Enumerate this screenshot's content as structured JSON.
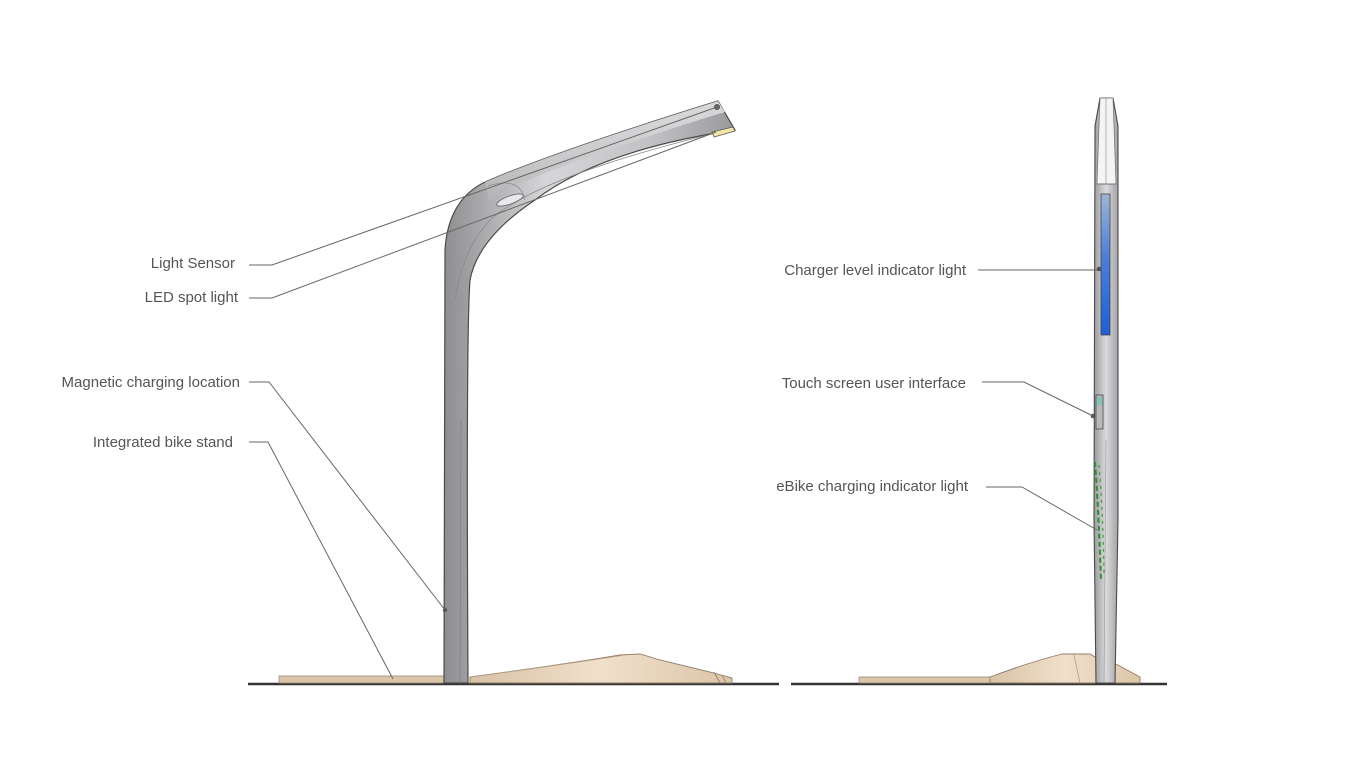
{
  "side_view": {
    "labels": {
      "light_sensor": "Light Sensor",
      "led_spot_light": "LED spot light",
      "magnetic_charging_location": "Magnetic charging location",
      "integrated_bike_stand": "Integrated bike stand"
    }
  },
  "front_view": {
    "labels": {
      "charger_level_indicator": "Charger level indicator light",
      "touch_screen": "Touch screen user interface",
      "ebike_charging_indicator": "eBike charging indicator light"
    }
  },
  "colors": {
    "background": "#ffffff",
    "pole_body": "#c9c9cb",
    "pole_shadow": "#9a9a9c",
    "base_wood": "#e8d4bb",
    "ground_line": "#333333",
    "charger_level_light": "#2f6fe0",
    "ebike_indicator_light": "#2e8f2e",
    "led_light": "#f2e7a6",
    "touch_screen": "#7fc6b7"
  }
}
